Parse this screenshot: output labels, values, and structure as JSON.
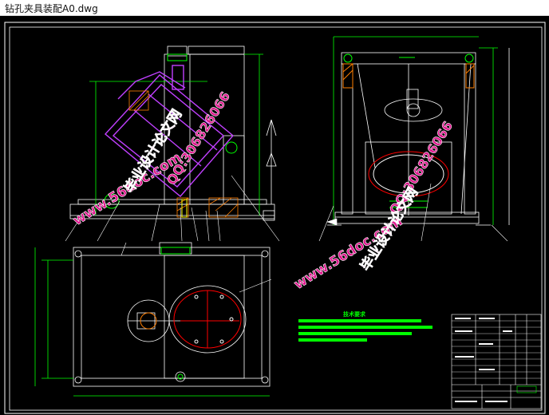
{
  "window": {
    "title": "钻孔夹具装配A0.dwg"
  },
  "colors": {
    "background": "#000000",
    "line": "#ffffff",
    "dimension": "#00ff00",
    "hidden": "#ffff00",
    "section": "#c040ff",
    "hatch": "#ff7f00",
    "watermark": "#e0128c"
  },
  "watermarks": {
    "url_1": "www.56doc.com",
    "url_2": "www.56doc.com",
    "qq_1": "QQ:306826066",
    "qq_2": "QQ:306826066",
    "site_1": "毕业设计论文网",
    "site_2": "毕业设计论文网"
  },
  "notes": {
    "title": "技术要求"
  }
}
